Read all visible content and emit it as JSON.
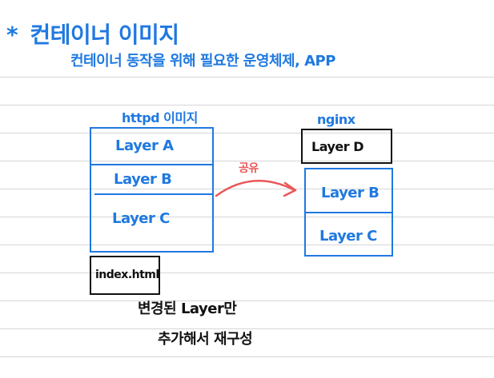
{
  "title": {
    "bullet": "*",
    "text": "컨테이너 이미지"
  },
  "subtitle": "컨테이너 동작을 위해 필요한 운영체제, APP",
  "left_image": {
    "label": "httpd 이미지",
    "layers": [
      "Layer A",
      "Layer B",
      "Layer C"
    ]
  },
  "right_image": {
    "label": "nginx",
    "top_layer": "Layer D",
    "layers": [
      "Layer B",
      "Layer C"
    ]
  },
  "share_label": "공유",
  "file_label": "index.html",
  "note": {
    "line1": "변경된 Layer만",
    "line2": "추가해서 재구성"
  },
  "colors": {
    "blue": "#1f79e0",
    "black": "#111111",
    "red": "#ea5757",
    "ruled_line": "#d6d6d6"
  }
}
